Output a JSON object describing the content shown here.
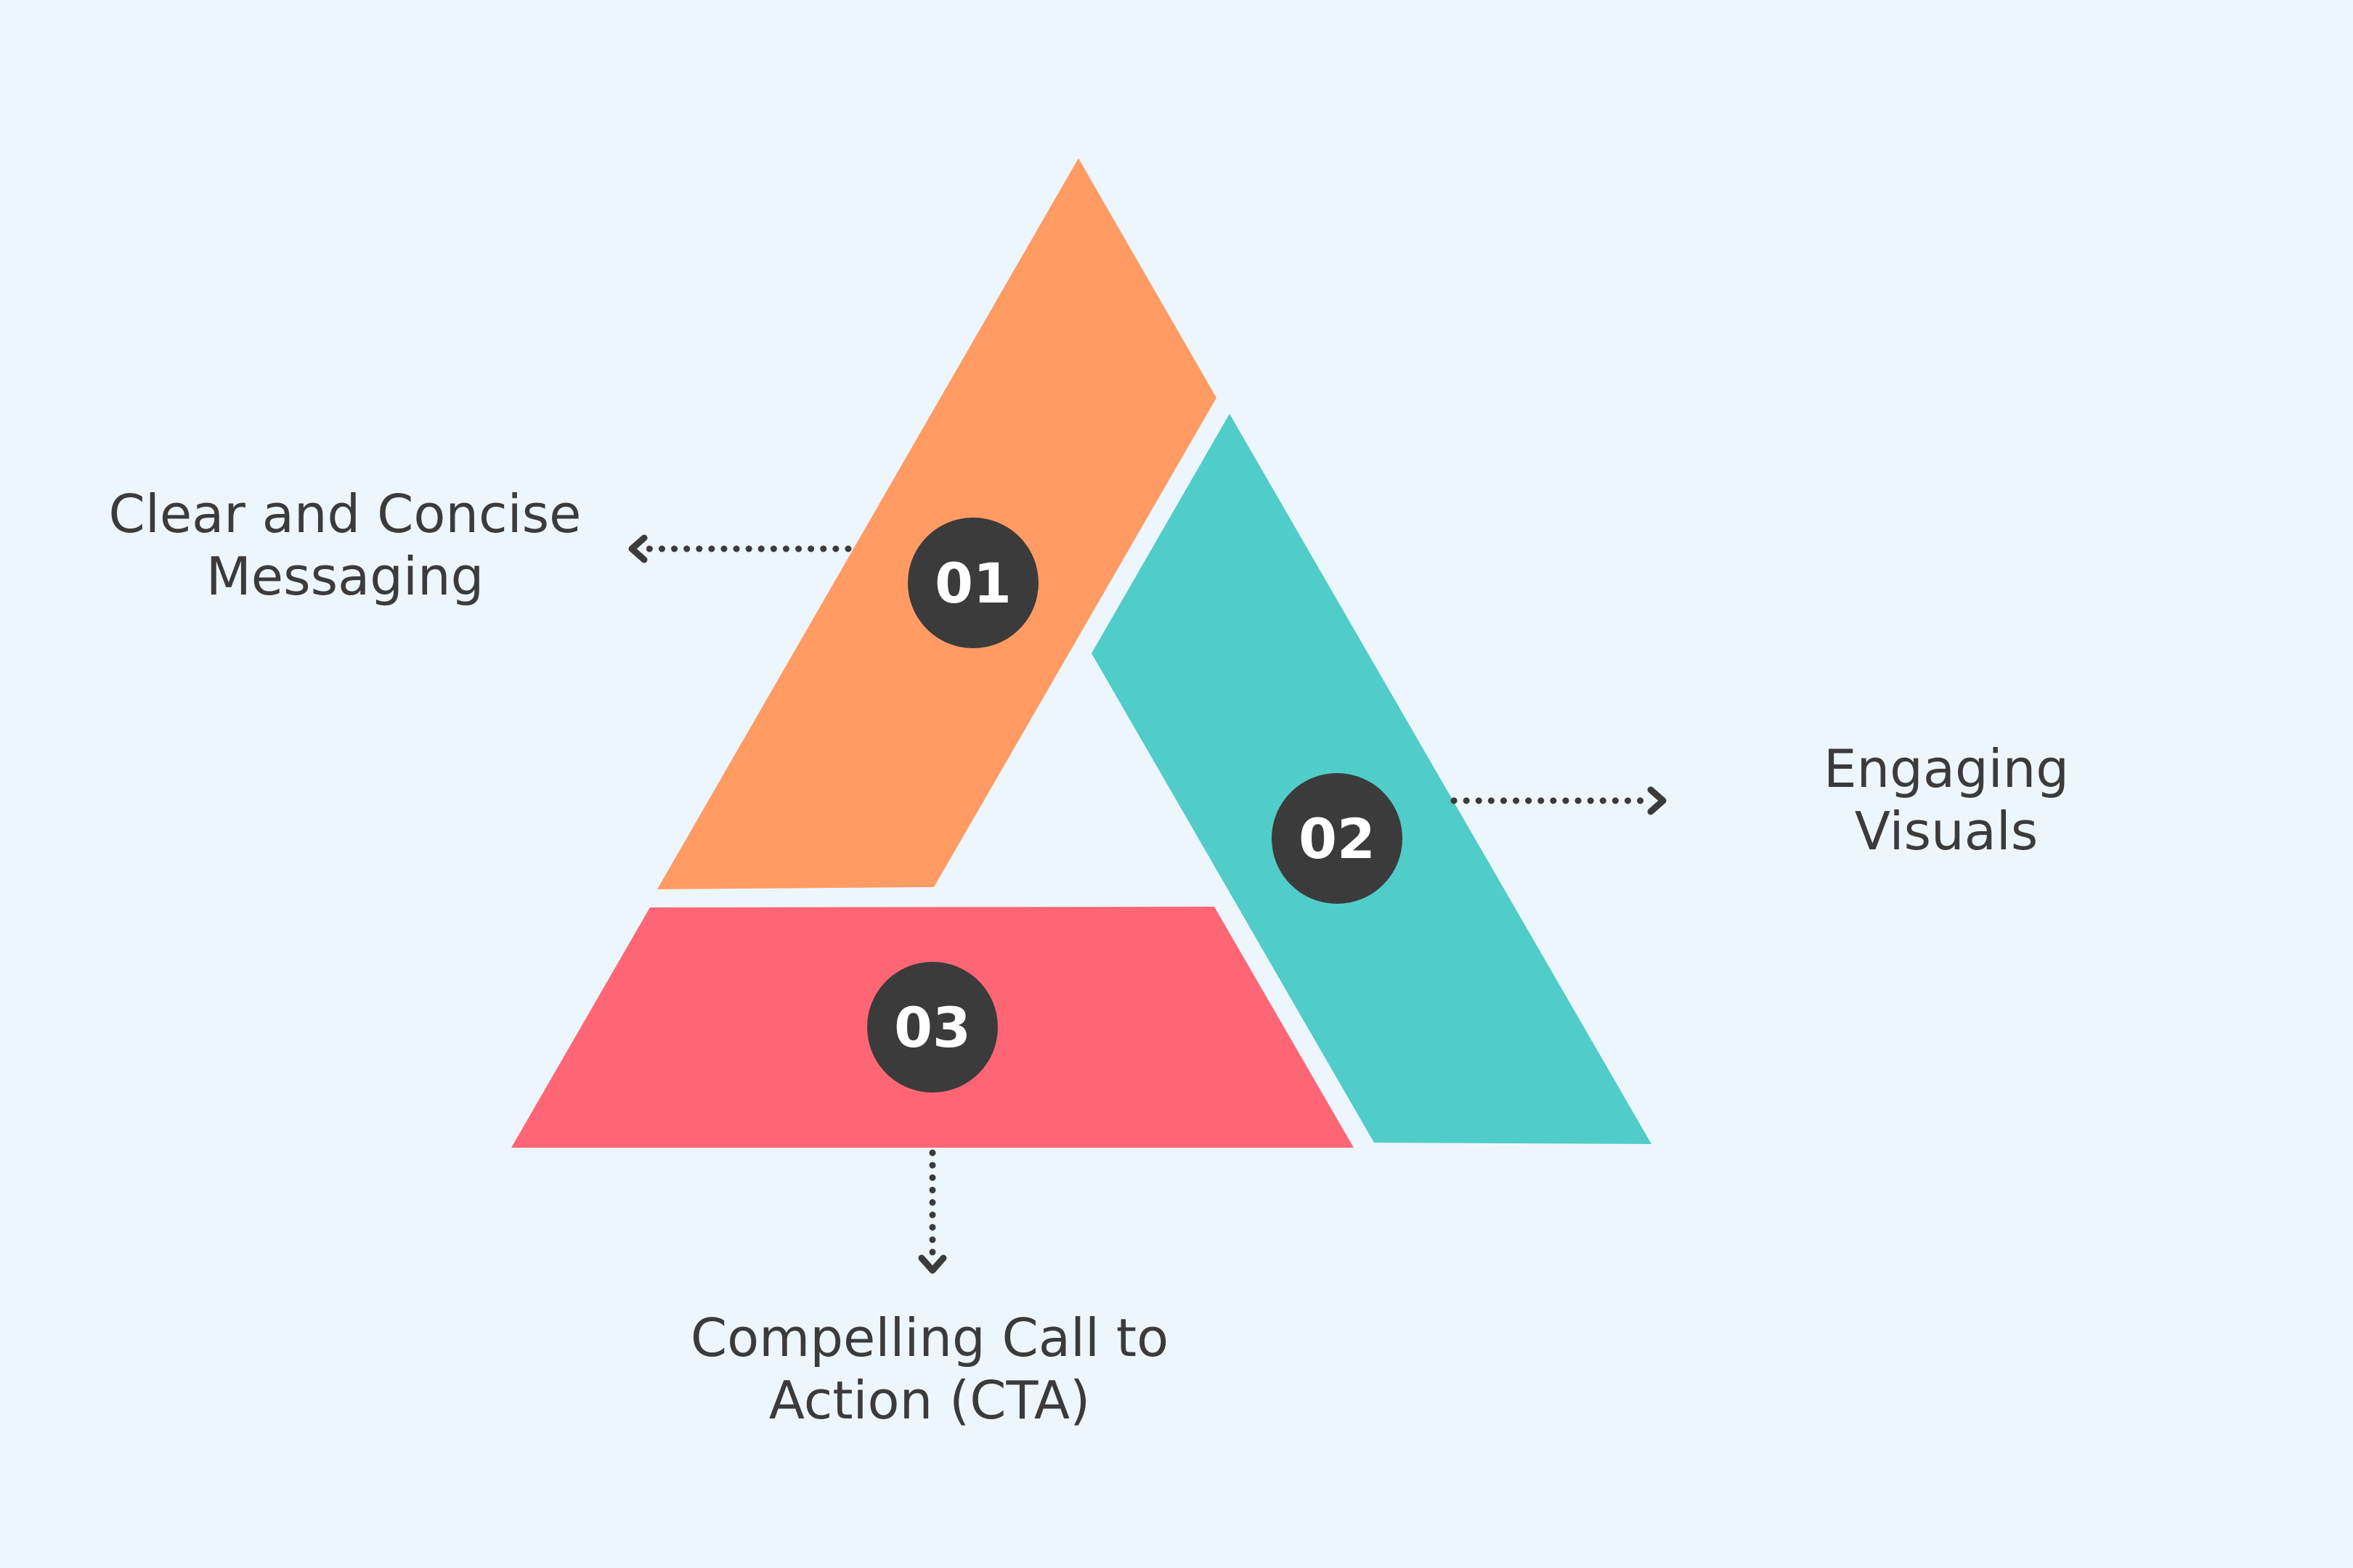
{
  "colors": {
    "background": "#EEF6FD",
    "segment_1": "#FF9B63",
    "segment_2": "#50CDC8",
    "segment_3": "#FF6675",
    "badge": "#3B3B3B",
    "text": "#3B3B3B"
  },
  "segments": [
    {
      "number": "01",
      "label_lines": [
        "Clear and Concise",
        "Messaging"
      ]
    },
    {
      "number": "02",
      "label_lines": [
        "Engaging",
        "Visuals"
      ]
    },
    {
      "number": "03",
      "label_lines": [
        "Compelling Call to",
        "Action (CTA)"
      ]
    }
  ]
}
